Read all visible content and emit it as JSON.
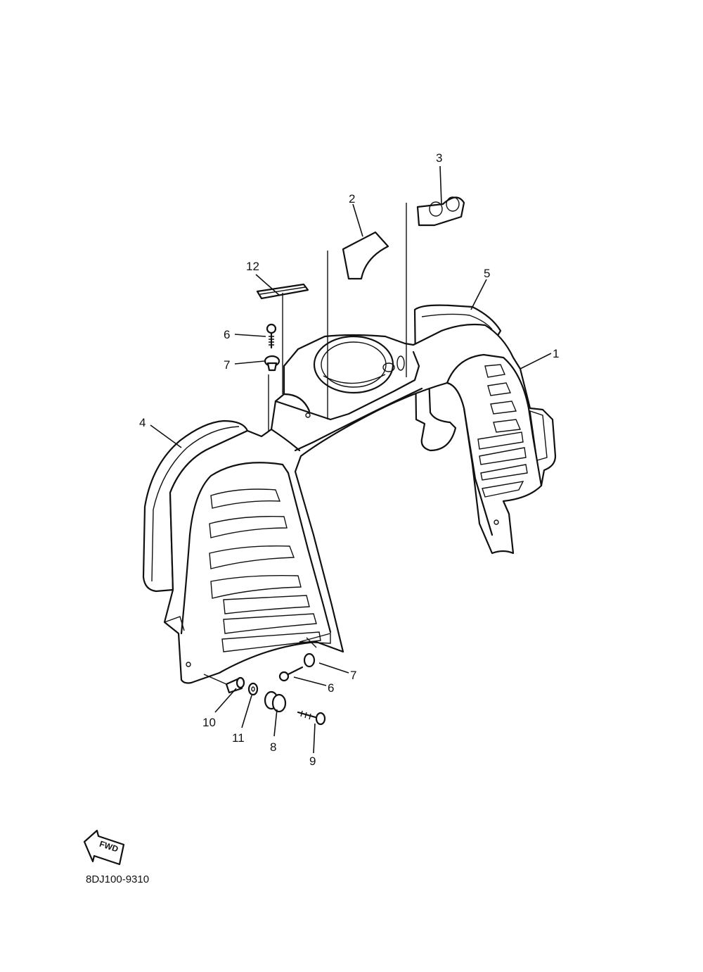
{
  "diagram": {
    "drawing_code": "8DJ100-9310",
    "fwd_label": "FWD",
    "callouts": [
      {
        "id": "c1",
        "label": "1"
      },
      {
        "id": "c2",
        "label": "2"
      },
      {
        "id": "c3",
        "label": "3"
      },
      {
        "id": "c4",
        "label": "4"
      },
      {
        "id": "c5",
        "label": "5"
      },
      {
        "id": "c6a",
        "label": "6"
      },
      {
        "id": "c6b",
        "label": "6"
      },
      {
        "id": "c7a",
        "label": "7"
      },
      {
        "id": "c7b",
        "label": "7"
      },
      {
        "id": "c8",
        "label": "8"
      },
      {
        "id": "c9",
        "label": "9"
      },
      {
        "id": "c10",
        "label": "10"
      },
      {
        "id": "c11",
        "label": "11"
      },
      {
        "id": "c12",
        "label": "12"
      }
    ]
  }
}
